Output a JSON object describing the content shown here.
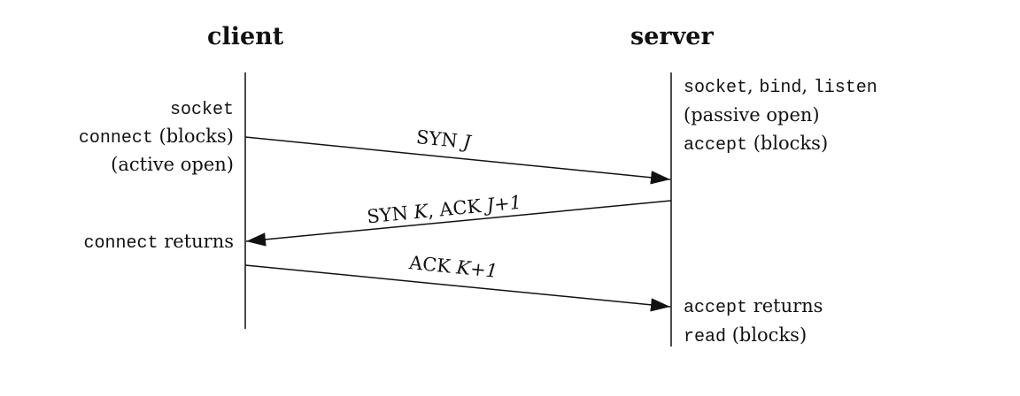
{
  "headers": {
    "client": "client",
    "server": "server"
  },
  "client_events": {
    "socket": "socket",
    "connect": "connect",
    "blocks": " (blocks)",
    "active_open": "(active open)",
    "connect_returns_call": "connect",
    "connect_returns_text": " returns"
  },
  "server_events": {
    "socket": "socket",
    "comma1": ", ",
    "bind": "bind",
    "comma2": ", ",
    "listen": "listen",
    "passive_open": "(passive open)",
    "accept": "accept",
    "accept_blocks": " (blocks)",
    "accept_returns_call": "accept",
    "accept_returns_text": " returns",
    "read": "read",
    "read_blocks": " (blocks)"
  },
  "messages": {
    "syn": {
      "prefix": "SYN ",
      "seq": "J"
    },
    "synack": {
      "prefix": "SYN ",
      "seq": "K",
      "mid": ", ACK ",
      "ack": "J+1"
    },
    "ack": {
      "prefix": "ACK ",
      "ack": "K+1"
    }
  },
  "colors": {
    "ink": "#111111",
    "background": "#ffffff"
  }
}
